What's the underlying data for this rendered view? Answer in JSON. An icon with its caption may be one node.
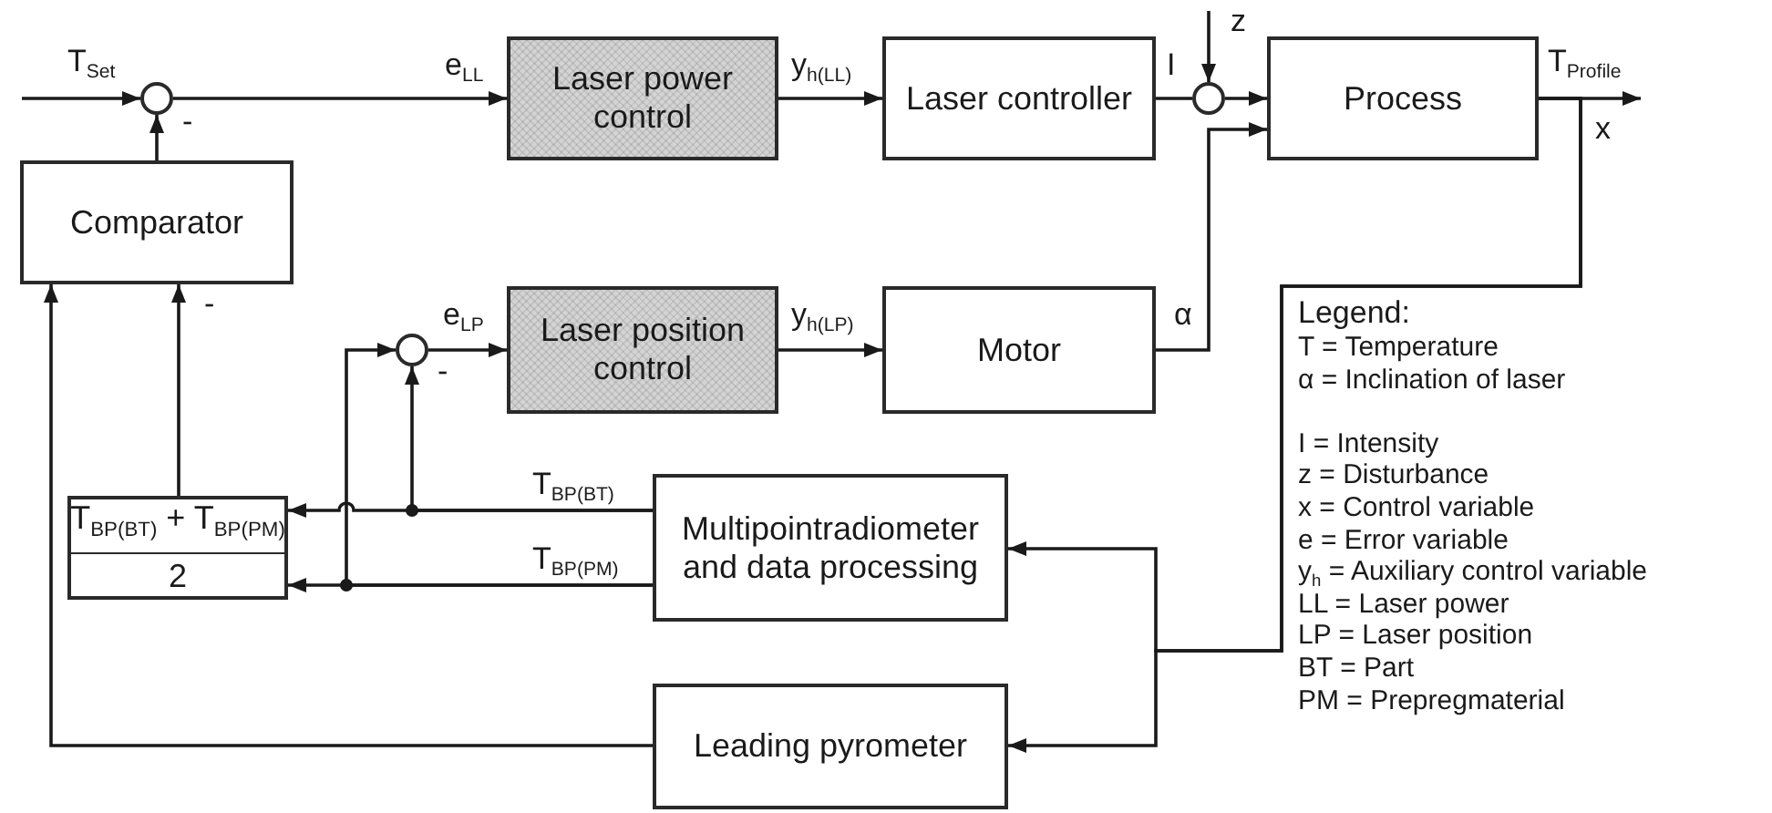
{
  "diagram": {
    "nodes": [
      {
        "text": [],
        "shape": "circle"
      },
      {
        "text": [
          "Laser power control"
        ]
      },
      {
        "text": [
          "Laser controller"
        ]
      },
      {
        "text": [],
        "shape": "circle"
      },
      {
        "text": [
          "Process"
        ]
      },
      {
        "text": [
          "Comparator"
        ]
      },
      {
        "text": [],
        "shape": "circle"
      },
      {
        "text": [
          "Laser position control"
        ]
      },
      {
        "text": [
          "Motor"
        ]
      },
      {
        "text": [
          "T$_{BP(BT)}$ + T$_{BP(PM)}$",
          "2"
        ]
      },
      {
        "text": [
          "Multipointradiometer and data processing"
        ]
      },
      {
        "text": [
          "Leading pyrometer"
        ]
      }
    ],
    "edges": [
      {
        "from": null,
        "to": 0,
        "arrow": "to",
        "label": "T$_{Set}$"
      },
      {
        "from": 5,
        "to": 0,
        "arrow": "to"
      },
      {
        "from": 0,
        "to": 1,
        "arrow": "to",
        "label": "e$_{LL}$"
      },
      {
        "from": 1,
        "to": 2,
        "arrow": "to",
        "label": "y$_{h(LL)}$"
      },
      {
        "from": 2,
        "to": 3,
        "arrow": "none",
        "label": "I"
      },
      {
        "from": null,
        "to": 3,
        "arrow": "to",
        "label": "z"
      },
      {
        "from": 3,
        "to": 4,
        "arrow": "to"
      },
      {
        "from": 8,
        "to": 4,
        "arrow": "to",
        "label": "α"
      },
      {
        "from": 4,
        "to": null,
        "arrow": "to",
        "label": "T$_{Profile}$"
      },
      {
        "from": 4,
        "to": 10,
        "arrow": "to"
      },
      {
        "from": 4,
        "to": 11,
        "arrow": "to"
      },
      {
        "from": 10,
        "to": 9,
        "arrow": "to",
        "label": "T$_{BP(BT)}$"
      },
      {
        "from": 10,
        "to": 9,
        "arrow": "to",
        "label": "T$_{BP(PM)}$"
      },
      {
        "from": 10,
        "to": 6,
        "arrow": "to"
      },
      {
        "from": 10,
        "to": 6,
        "arrow": "to"
      },
      {
        "from": 6,
        "to": 7,
        "arrow": "to",
        "label": "e$_{LP}$"
      },
      {
        "from": 7,
        "to": 8,
        "arrow": "to",
        "label": "y$_{h(LP)}$"
      },
      {
        "from": 9,
        "to": 5,
        "arrow": "to"
      },
      {
        "from": 11,
        "to": 5,
        "arrow": "to"
      }
    ],
    "labels": [
      "-",
      "-",
      "-",
      "x",
      "Legend:",
      "T = Temperature",
      "α = Inclination of laser",
      "I = Intensity",
      "z = Disturbance",
      "x = Control variable",
      "e = Error variable",
      "y$_{h}$ = Auxiliary control variable",
      "LL = Laser power",
      "LP = Laser position",
      "BT = Part",
      "PM = Prepregmaterial"
    ]
  }
}
